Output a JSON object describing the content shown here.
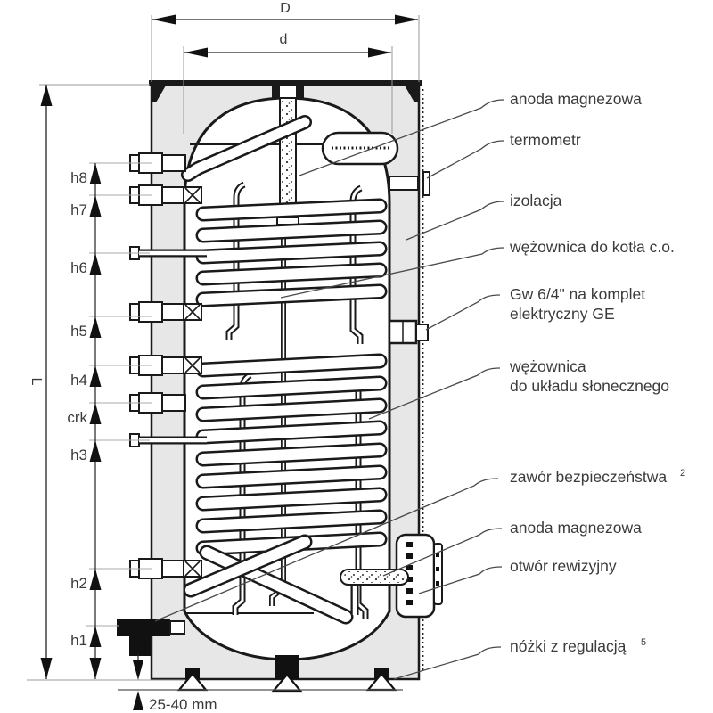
{
  "diagram_type": "technical cross-section of a solar water heater tank",
  "dimensions": {
    "outer_diameter": "D",
    "inner_diameter": "d",
    "total_height": "L",
    "foot_range": "25-40 mm",
    "levels": [
      "h8",
      "h7",
      "h6",
      "h5",
      "h4",
      "crk",
      "h3",
      "h2",
      "h1"
    ]
  },
  "callouts": {
    "anode_top": "anoda magnezowa",
    "thermometer": "termometr",
    "insulation": "izolacja",
    "coil_ch": "wężownica do kotła c.o.",
    "gw_line1": "Gw 6/4\" na komplet",
    "gw_line2": "elektryczny GE",
    "coil_solar_line1": "wężownica",
    "coil_solar_line2": "do układu słonecznego",
    "safety_valve": "zawór bezpieczeństwa",
    "safety_valve_sup": "2",
    "anode_bottom": "anoda magnezowa",
    "inspection": "otwór rewizyjny",
    "feet": "nóżki z regulacją",
    "feet_sup": "5"
  },
  "colors": {
    "insulation_fill": "#e7e7e7",
    "line": "#1a1a1a",
    "text": "#3b3b3b",
    "background": "#ffffff"
  }
}
